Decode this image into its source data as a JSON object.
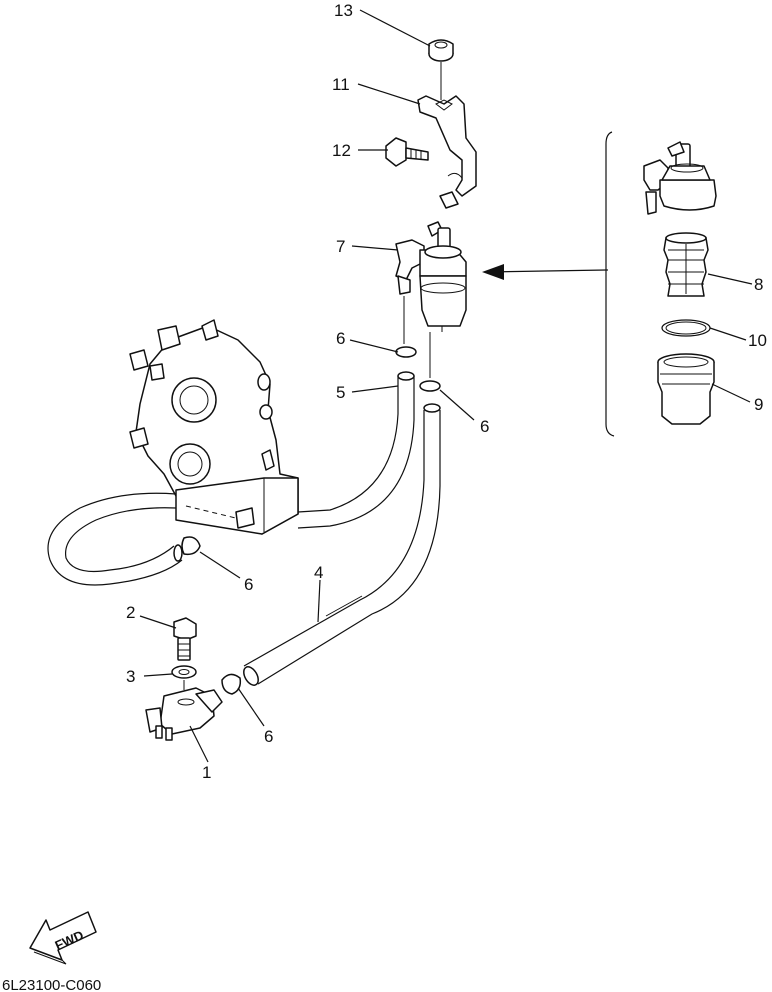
{
  "callouts": {
    "c1": "1",
    "c2": "2",
    "c3": "3",
    "c4": "4",
    "c5": "5",
    "c6a": "6",
    "c6b": "6",
    "c6c": "6",
    "c6d": "6",
    "c7": "7",
    "c8": "8",
    "c9": "9",
    "c10": "10",
    "c11": "11",
    "c12": "12",
    "c13": "13"
  },
  "fwd_label": "FWD",
  "drawing_code": "6L23100-C060"
}
